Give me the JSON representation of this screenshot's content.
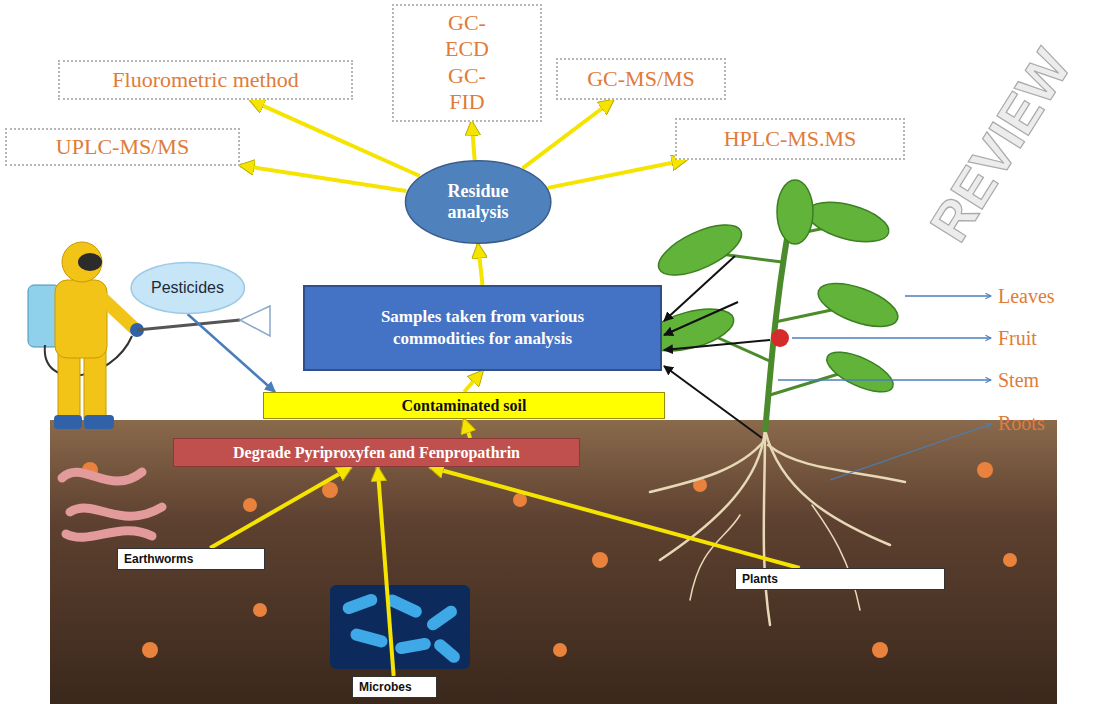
{
  "diagram": {
    "nodes": [
      {
        "text": [
          "UPLC-MS/MS"
        ]
      },
      {
        "text": [
          "Fluorometric method"
        ]
      },
      {
        "text": [
          "GC-ECD GC-FID"
        ]
      },
      {
        "text": [
          "GC-MS/MS"
        ]
      },
      {
        "text": [
          "HPLC-MS.MS"
        ]
      },
      {
        "text": [
          "Residue analysis"
        ]
      },
      {
        "text": [
          "Pesticides"
        ]
      },
      {
        "text": [
          "Samples taken from various commodities for analysis"
        ]
      },
      {
        "text": [
          "Contaminated soil"
        ]
      },
      {
        "text": [
          "Degrade Pyriproxyfen and Fenpropathrin"
        ]
      },
      {
        "text": [
          "Earthworms"
        ]
      },
      {
        "text": [
          "Microbes"
        ]
      },
      {
        "text": [
          "Plants"
        ]
      }
    ],
    "edges": [
      {
        "from": 5,
        "to": 0,
        "arrow": "to"
      },
      {
        "from": 5,
        "to": 1,
        "arrow": "to"
      },
      {
        "from": 5,
        "to": 2,
        "arrow": "to"
      },
      {
        "from": 5,
        "to": 3,
        "arrow": "to"
      },
      {
        "from": 5,
        "to": 4,
        "arrow": "to"
      },
      {
        "from": 7,
        "to": 5,
        "arrow": "to"
      },
      {
        "from": 8,
        "to": 7,
        "arrow": "to"
      },
      {
        "from": 9,
        "to": 8,
        "arrow": "to"
      },
      {
        "from": 10,
        "to": 9,
        "arrow": "to"
      },
      {
        "from": 11,
        "to": 9,
        "arrow": "to"
      },
      {
        "from": 12,
        "to": 9,
        "arrow": "to"
      },
      {
        "from": 6,
        "to": 8,
        "arrow": "to"
      }
    ],
    "labels": [
      "Leaves",
      "Fruit",
      "Stem",
      "Roots",
      "REVIEW"
    ]
  }
}
